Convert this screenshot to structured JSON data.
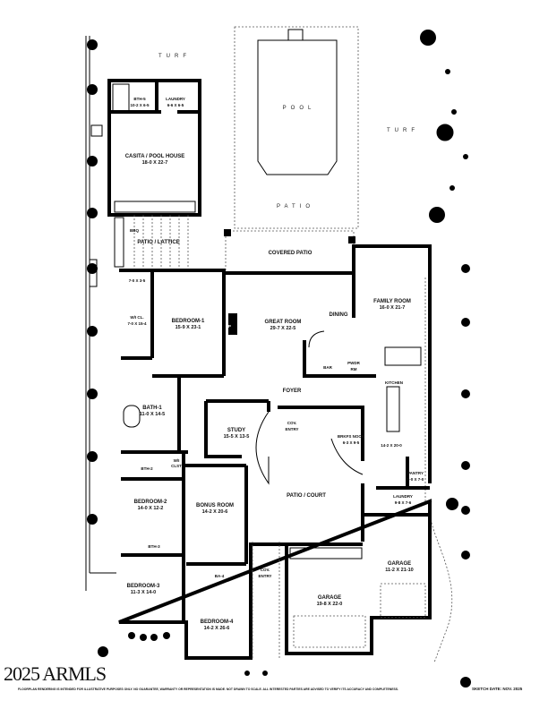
{
  "outdoor": {
    "turf_left": "TURF",
    "turf_right": "TURF",
    "pool": "POOL",
    "patio": "PATIO"
  },
  "rooms": {
    "bath5": {
      "name": "BTH-5",
      "dim": "10-2 X 6-5"
    },
    "laundry_casita": {
      "name": "LAUNDRY",
      "dim": "6-6 X 6-5"
    },
    "casita": {
      "name": "CASITA / POOL HOUSE",
      "dim": "18-0  X  22-7"
    },
    "bbq": "BBQ",
    "patio_lattice": "PATIO / LATTICE",
    "covered_patio": "COVERED PATIO",
    "closet_small": "7-0 X 3-5",
    "wic": {
      "name": "W/I CL.",
      "dim": "7-0 X 15-4"
    },
    "bedroom1": {
      "name": "BEDROOM-1",
      "dim": "15-9  X  23-1"
    },
    "fp": "FP",
    "great_room": {
      "name": "GREAT ROOM",
      "dim": "29-7  X  22-5"
    },
    "dining": "DINING",
    "family_room": {
      "name": "FAMILY ROOM",
      "dim": "16-0  X  21-7"
    },
    "bar": "BAR",
    "pwdr": {
      "name": "PWDR",
      "sub": "RM"
    },
    "kitchen": {
      "name": "KITCHEN",
      "dim": "14-2 X 20-0"
    },
    "foyer": "FOYER",
    "bath1": {
      "name": "BATH-1",
      "dim": "11-0 X 14-5"
    },
    "study": {
      "name": "STUDY",
      "dim": "15-5 X 13-5"
    },
    "cov_entry": {
      "name": "COV.",
      "sub": "ENTRY"
    },
    "brkfs_nook": {
      "name": "BRKFS NOOK",
      "dim": "6-3  X  9-5"
    },
    "bth2": "BTH-2",
    "wi_clst": {
      "name": "W/I",
      "sub": "CLST"
    },
    "pantry": {
      "name": "PANTRY",
      "dim": "5-0 X 7-0"
    },
    "bedroom2": {
      "name": "BEDROOM-2",
      "dim": "14-0  X  12-2"
    },
    "bonus_room": {
      "name": "BONUS ROOM",
      "dim": "14-2  X  20-6"
    },
    "patio_court": "PATIO / COURT",
    "laundry": {
      "name": "LAUNDRY",
      "dim": "9-8 X 7-6"
    },
    "bth3": "BTH-3",
    "ba4": "BA-4",
    "cov_entry2": {
      "name": "COV.",
      "sub": "ENTRY"
    },
    "garage_right": {
      "name": "GARAGE",
      "dim": "11-2 X 21-10"
    },
    "garage_left": {
      "name": "GARAGE",
      "dim": "19-8 X 22-0"
    },
    "bedroom3": {
      "name": "BEDROOM-3",
      "dim": "11-3  X  14-0"
    },
    "bedroom4": {
      "name": "BEDROOM-4",
      "dim": "14-2  X  26-6"
    }
  },
  "footer": {
    "logo": "2025 ARMLS",
    "disclaimer": "FLOORPLAN RENDERING IS INTENDED FOR ILLUSTRATIVE PURPOSES ONLY.  NO GUARANTEE, WARRANTY OR REPRESENTATION IS MADE.  NOT DRAWN TO SCALE.  ALL INTERESTED PARTIES ARE ADVISED TO VERIFY ITS ACCURACY AND COMPLETENESS.",
    "sketch_date": "SKETCH DATE:  NOV. 2025"
  }
}
